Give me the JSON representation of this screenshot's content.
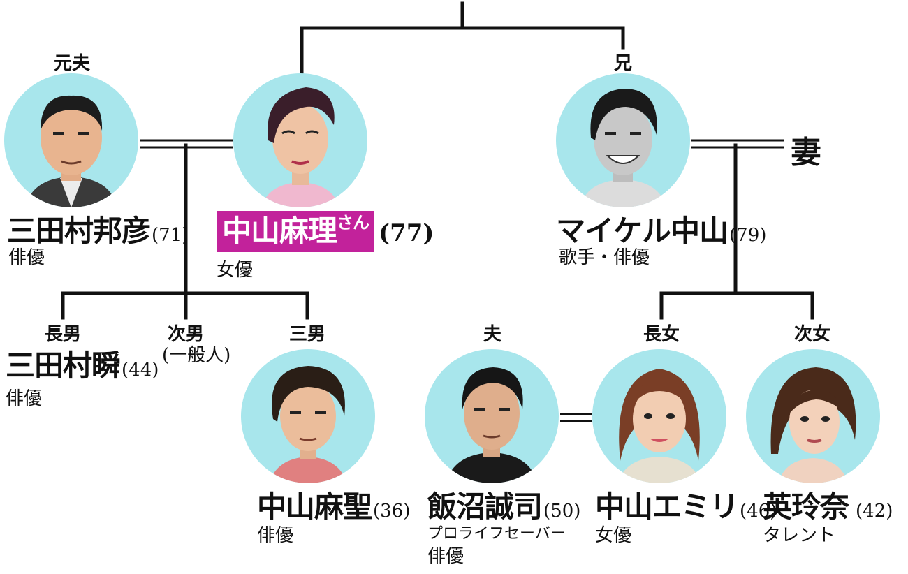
{
  "people": {
    "mitamura_kunihiko": {
      "relation": "元夫",
      "name": "三田村邦彦",
      "age": "(71)",
      "occupation": "俳優"
    },
    "nakayama_mari": {
      "name": "中山麻理",
      "honorific": "さん",
      "age": "(77)",
      "occupation": "女優"
    },
    "michael_nakayama": {
      "relation": "兄",
      "name": "マイケル中山",
      "age": "(79)",
      "occupation": "歌手・俳優"
    },
    "wife": {
      "label": "妻"
    },
    "mitamura_shun": {
      "relation": "長男",
      "name": "三田村瞬",
      "age": "(44)",
      "occupation": "俳優"
    },
    "second_son": {
      "relation": "次男",
      "note": "(一般人)"
    },
    "nakayama_masato": {
      "relation": "三男",
      "name": "中山麻聖",
      "age": "(36)",
      "occupation": "俳優"
    },
    "iinuma_seiji": {
      "relation": "夫",
      "name": "飯沼誠司",
      "age": "(50)",
      "occupation_line1": "プロライフセーバー",
      "occupation_line2": "俳優"
    },
    "nakayama_emiri": {
      "relation": "長女",
      "name": "中山エミリ",
      "age": "(46)",
      "occupation": "女優"
    },
    "hinano": {
      "relation": "次女",
      "name": "英玲奈",
      "age": "(42)",
      "occupation": "タレント"
    }
  },
  "colors": {
    "highlight": "#c2229b",
    "portrait_bg": "#a8e6ec",
    "line": "#111111"
  }
}
